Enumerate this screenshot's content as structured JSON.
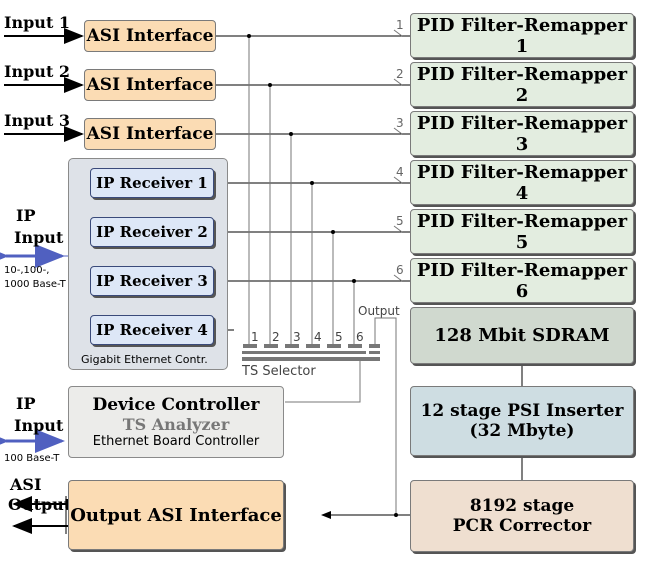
{
  "inputs": [
    "Input 1",
    "Input 2",
    "Input 3"
  ],
  "asi_interfaces": [
    "ASI Interface",
    "ASI Interface",
    "ASI Interface"
  ],
  "pid_filters": [
    "PID Filter-Remapper 1",
    "PID Filter-Remapper 2",
    "PID Filter-Remapper 3",
    "PID Filter-Remapper 4",
    "PID Filter-Remapper 5",
    "PID Filter-Remapper 6"
  ],
  "channel_numbers": [
    "1",
    "2",
    "3",
    "4",
    "5",
    "6"
  ],
  "ip_receivers": [
    "IP Receiver 1",
    "IP Receiver 2",
    "IP Receiver 3",
    "IP Receiver 4"
  ],
  "gigabit": {
    "caption": "Gigabit Ethernet Contr."
  },
  "ip_input_top": {
    "line1": "IP",
    "line2": "Input",
    "speed": [
      "10-,100-,",
      "1000 Base-T"
    ]
  },
  "ip_input_bottom": {
    "line1": "IP",
    "line2": "Input",
    "speed": "100 Base-T"
  },
  "ts_selector": {
    "label": "TS Selector",
    "port_numbers": [
      "1",
      "2",
      "3",
      "4",
      "5",
      "6"
    ],
    "output_label": "Output"
  },
  "sdram": "128 Mbit  SDRAM",
  "psi_inserter": {
    "line1": "12 stage PSI Inserter",
    "line2": "(32 Mbyte)"
  },
  "pcr_corrector": {
    "line1": "8192 stage",
    "line2": "PCR Corrector"
  },
  "device_controller": {
    "title": "Device Controller",
    "subtitle": "TS Analyzer",
    "caption": "Ethernet Board Controller"
  },
  "asi_output": {
    "line1": "ASI",
    "line2": "Output"
  },
  "output_asi": "Output ASI Interface",
  "colors": {
    "asi": "#fbdcb4",
    "pid": "#e3ede0",
    "ip_receiver": "#dde7f7",
    "sdram": "#d0d9cf",
    "psi": "#cedde2",
    "pcr": "#efdfd0",
    "ip_arrow": "#5060c0"
  }
}
